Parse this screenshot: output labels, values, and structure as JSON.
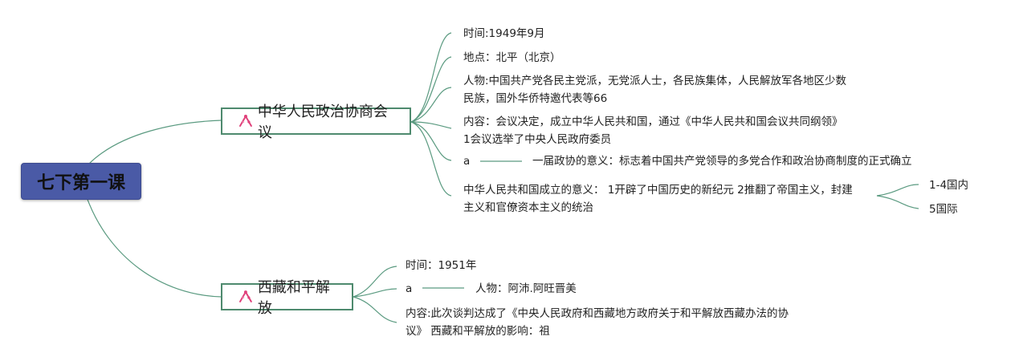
{
  "root": {
    "label": "七下第一课"
  },
  "colors": {
    "root_fill": "#4a5aa6",
    "line": "#5a9a80",
    "border": "#4e8a6e",
    "icon": "#e0407a"
  },
  "branch1": {
    "title": "中华人民政治协商会议",
    "icon": "pin-icon",
    "items": {
      "time": "时间:1949年9月",
      "place": "地点：北平（北京）",
      "people_line1": "人物:中国共产党各民主党派，无党派人士，各民族集体，人民解放军各地区少数",
      "people_line2": "民族，国外华侨特邀代表等66",
      "content_line1": "内容：会议决定，成立中华人民共和国，通过《中华人民共和国会议共同纲领》",
      "content_line2": "1会议选举了中央人民政府委员",
      "a_label": "a",
      "first_session": "一届政协的意义：标志着中国共产党领导的多党合作和政治协商制度的正式确立",
      "significance_line1": "中华人民共和国成立的意义： 1开辟了中国历史的新纪元 2推翻了帝国主义，封建",
      "significance_line2": "主义和官僚资本主义的统治",
      "sub1": "1-4国内",
      "sub2": "5国际"
    }
  },
  "branch2": {
    "title": "西藏和平解放",
    "icon": "pin-icon",
    "items": {
      "time": "时间：1951年",
      "a_label": "a",
      "people": "人物：阿沛.阿旺晋美",
      "content_line1": "内容:此次谈判达成了《中央人民政府和西藏地方政府关于和平解放西藏办法的协",
      "content_line2": "议》 西藏和平解放的影响：祖"
    }
  }
}
